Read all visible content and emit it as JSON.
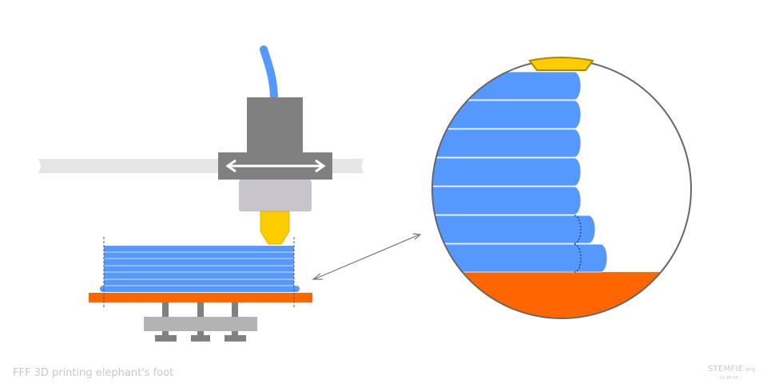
{
  "caption": "FFF 3D printing elephant's foot",
  "brand": {
    "name": "STEMFIE",
    "suffix": ".org",
    "license": "CC-BY-SA"
  },
  "colors": {
    "filament": "#5599ff",
    "bed": "#ff6600",
    "nozzle": "#ffcc00",
    "body": "#808080",
    "rail": "#e6e6e6"
  }
}
